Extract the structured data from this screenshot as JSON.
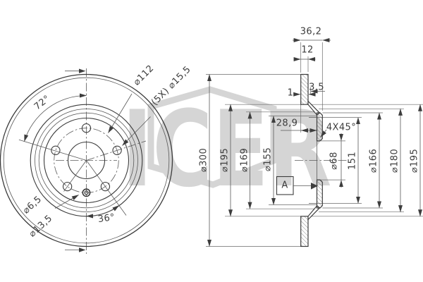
{
  "watermark": {
    "brand": "ICER",
    "color": "#d5d5d5"
  },
  "front_view": {
    "angle_between_holes": "72°",
    "bolt_circle": "⌀112",
    "bolt_holes": "(5X) ⌀15,5",
    "locating_hole": "⌀6,5",
    "locating_hole_counterbore": "⌀13,5",
    "locating_angle": "36°"
  },
  "section_view": {
    "overall_width": "36,2",
    "disc_thickness": "12",
    "step": "3,5",
    "lip": "1",
    "hat_inset": "28,9",
    "chamfer": "4X45°",
    "detail_marker": "A",
    "left_dims": [
      "⌀300",
      "⌀195",
      "⌀169",
      "⌀155"
    ],
    "right_dims": [
      "⌀68",
      "151",
      "⌀166",
      "⌀180",
      "⌀195"
    ]
  }
}
